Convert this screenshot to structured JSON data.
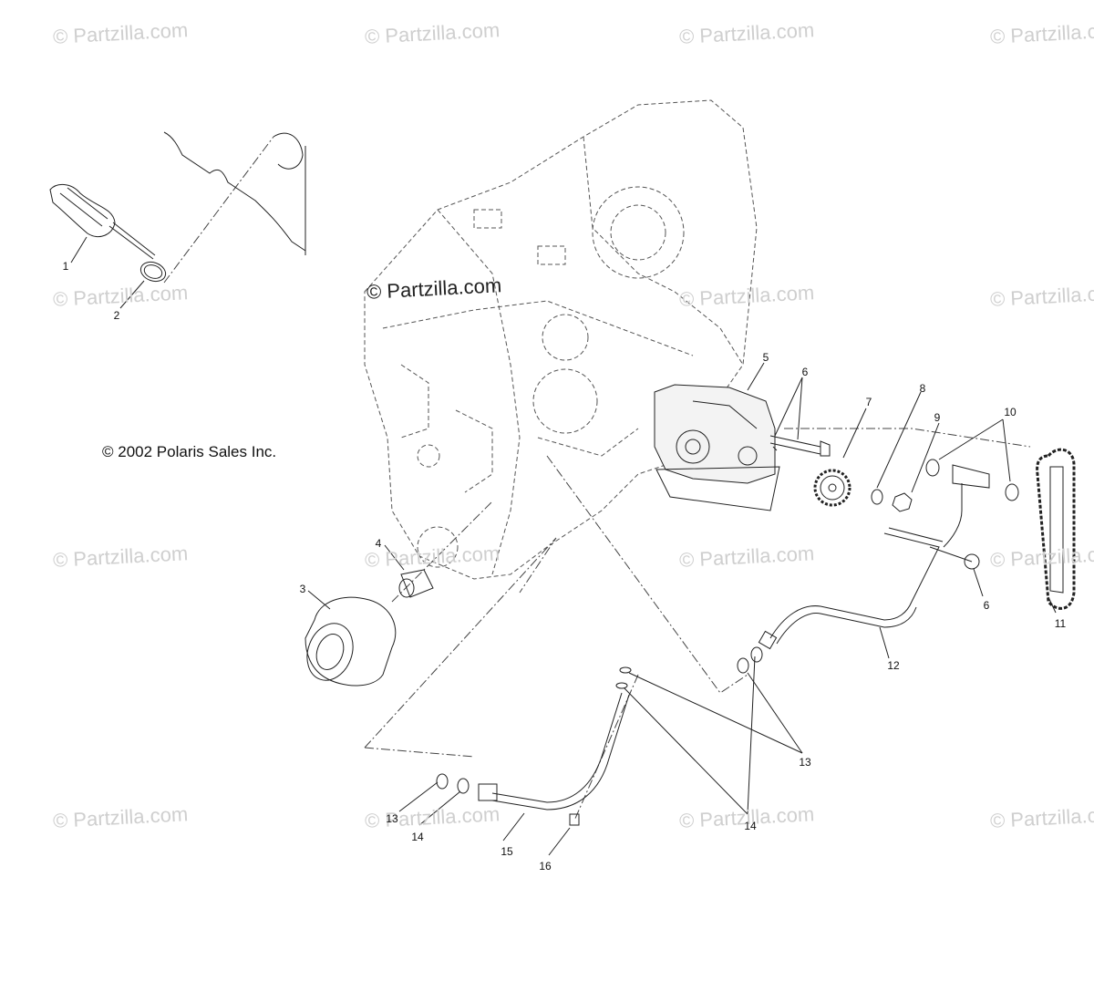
{
  "watermark": "© Partzilla.com",
  "watermark_center": "© Partzilla.com",
  "copyright": "© 2002 Polaris Sales Inc.",
  "callouts": [
    "1",
    "2",
    "3",
    "4",
    "5",
    "6",
    "6",
    "7",
    "8",
    "9",
    "10",
    "11",
    "12",
    "13",
    "13",
    "14",
    "14",
    "15",
    "16"
  ]
}
